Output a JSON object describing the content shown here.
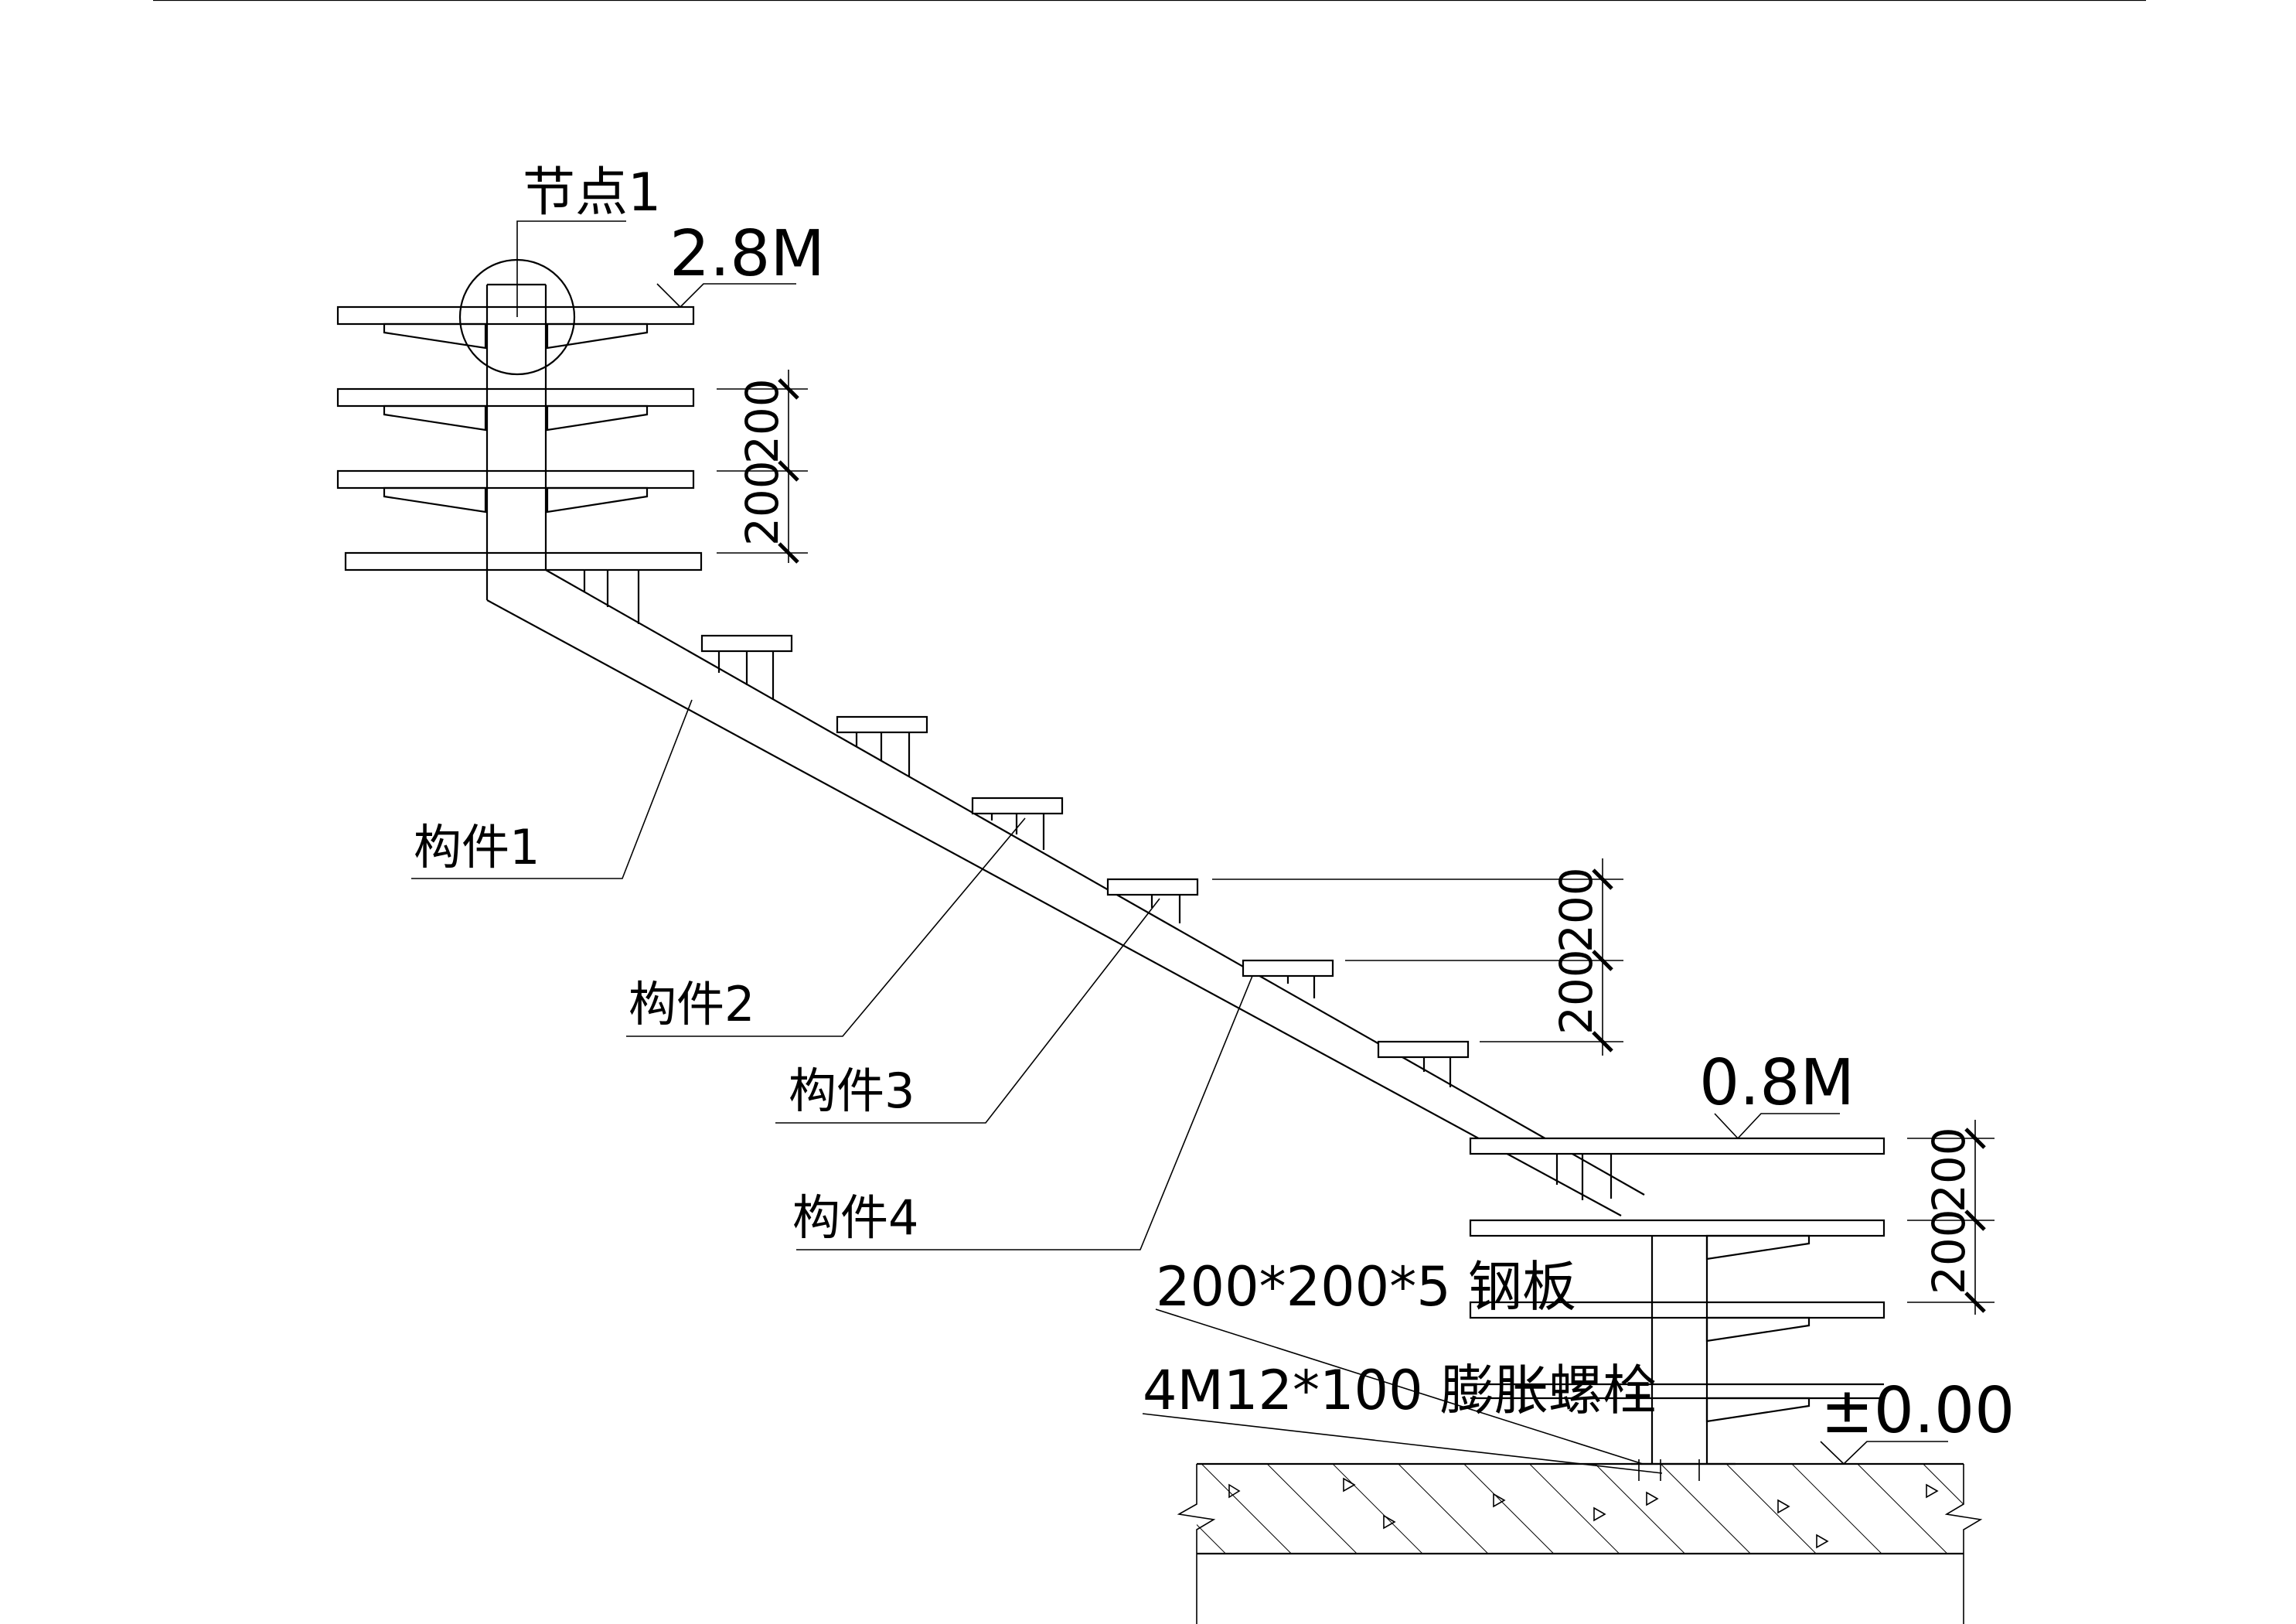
{
  "labels": {
    "node": "节点1",
    "elevation_top": "2.8M",
    "elevation_mid": "0.8M",
    "elevation_ground": "±0.00",
    "member_1": "构件1",
    "member_2": "构件2",
    "member_3": "构件3",
    "member_4": "构件4",
    "plate": "200*200*5 钢板",
    "bolt": "4M12*100 膨胀螺栓"
  },
  "dimensions": {
    "top_upper": "200",
    "top_lower": "200",
    "mid_upper": "200",
    "mid_lower": "200",
    "bottom_upper": "200",
    "bottom_lower": "200"
  },
  "colors": {
    "line": "#000000",
    "background": "#ffffff"
  }
}
